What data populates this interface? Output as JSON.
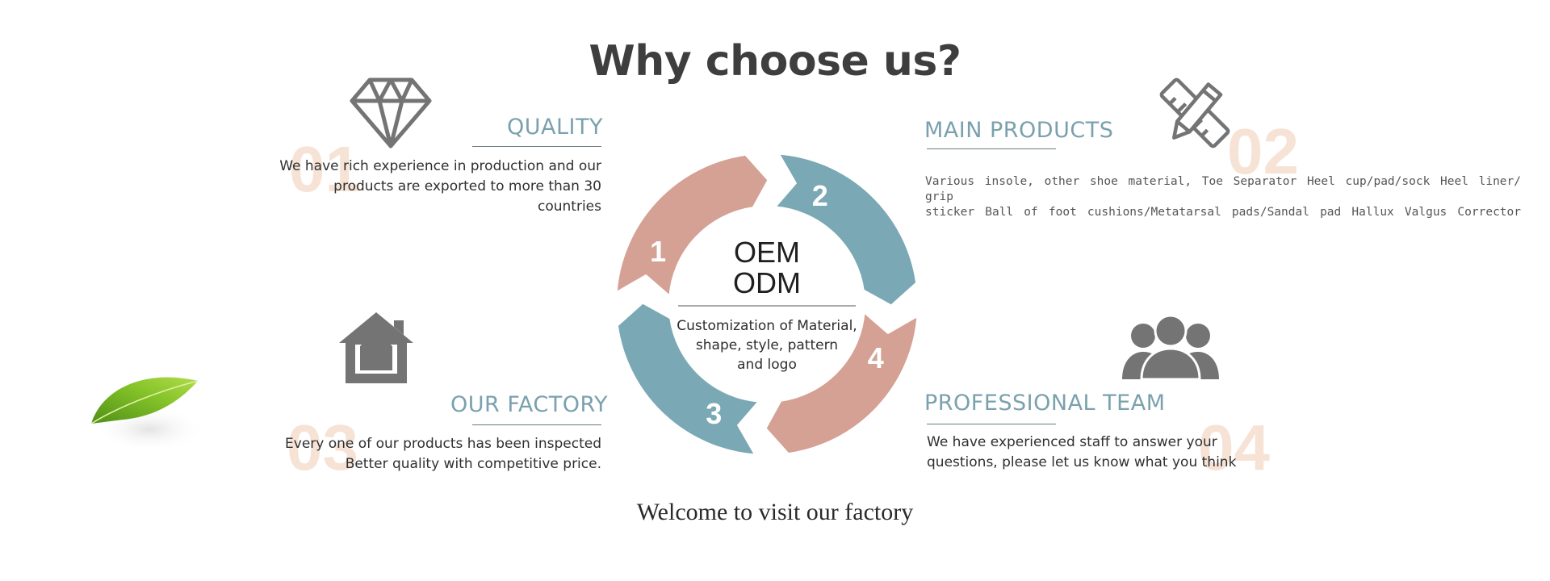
{
  "title": "Why choose us?",
  "cycle": {
    "center_line1": "OEM",
    "center_line2": "ODM",
    "center_desc": [
      "Customization of Material,",
      "shape, style, pattern",
      "and logo"
    ],
    "segments": [
      {
        "number": "1",
        "color": "#d4a194"
      },
      {
        "number": "2",
        "color": "#7aa8b4"
      },
      {
        "number": "3",
        "color": "#7aa8b4"
      },
      {
        "number": "4",
        "color": "#d4a194"
      }
    ]
  },
  "features": {
    "quality": {
      "number": "01",
      "heading": "QUALITY",
      "desc": [
        "We have rich experience in production and our",
        "products are exported to more than 30 countries"
      ],
      "icon": "diamond-icon"
    },
    "main_products": {
      "number": "02",
      "heading": "MAIN PRODUCTS",
      "desc": [
        "Various insole, other shoe material, Toe Separator  Heel cup/pad/sock  Heel liner/ grip",
        "sticker Ball of foot cushions/Metatarsal pads/Sandal pad Hallux Valgus Corrector"
      ],
      "icon": "pencil-ruler-icon"
    },
    "our_factory": {
      "number": "03",
      "heading": "OUR FACTORY",
      "desc": [
        "Every one of our products has been inspected",
        "Better quality with competitive price."
      ],
      "icon": "house-icon"
    },
    "professional_team": {
      "number": "04",
      "heading": "PROFESSIONAL TEAM",
      "desc": [
        "We have experienced staff to answer your",
        "questions, please let us know what you think"
      ],
      "icon": "team-icon"
    }
  },
  "footer": "Welcome to visit our factory",
  "colors": {
    "accent_teal": "#7aa8b4",
    "accent_rose": "#d4a194",
    "number_faint": "#f6e3d6",
    "icon_gray": "#747474"
  }
}
